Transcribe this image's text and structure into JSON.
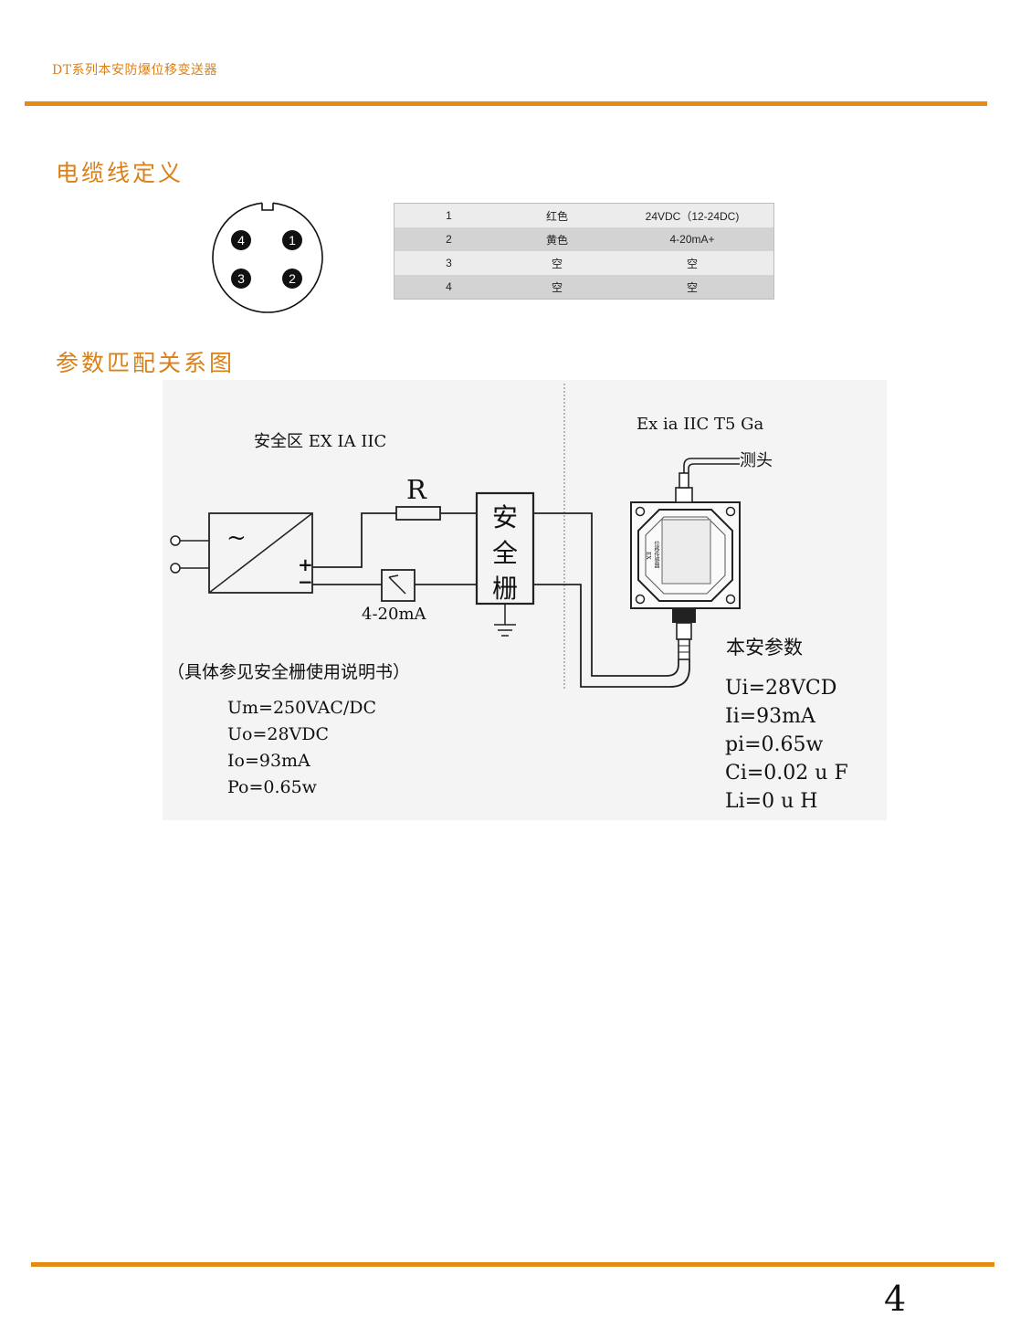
{
  "header": {
    "title": "DT系列本安防爆位移变送器"
  },
  "sections": {
    "cable": "电缆线定义",
    "matching": "参数匹配关系图"
  },
  "connector": {
    "pins": [
      "4",
      "1",
      "3",
      "2"
    ]
  },
  "pin_table": {
    "rows": [
      {
        "pin": "1",
        "color": "红色",
        "function": "24VDC（12-24DC)"
      },
      {
        "pin": "2",
        "color": "黄色",
        "function": "4-20mA+"
      },
      {
        "pin": "3",
        "color": "空",
        "function": "空"
      },
      {
        "pin": "4",
        "color": "空",
        "function": "空"
      }
    ]
  },
  "diagram": {
    "safe_zone": "安全区  EX  IA  IIC",
    "ex_rating": "Ex ia IIC T5 Ga",
    "probe": "测头",
    "resistor": "R",
    "current": "4-20mA",
    "plus": "+",
    "minus": "−",
    "tilde": "~",
    "gate": [
      "安",
      "全",
      "栅"
    ],
    "note": "（具体参见安全栅使用说明书）",
    "barrier_params": [
      "Um=250VAC/DC",
      "Uo=28VDC",
      "Io=93mA",
      "Po=0.65w"
    ],
    "is_title": "本安参数",
    "is_params": [
      "Ui=28VCD",
      "Ii=93mA",
      "pi=0.65w",
      "Ci=0.02 u F",
      "Li=0  u H"
    ],
    "sensor_label": "EX",
    "sensor_label2": "位移传感器"
  },
  "page": {
    "number": "4"
  }
}
